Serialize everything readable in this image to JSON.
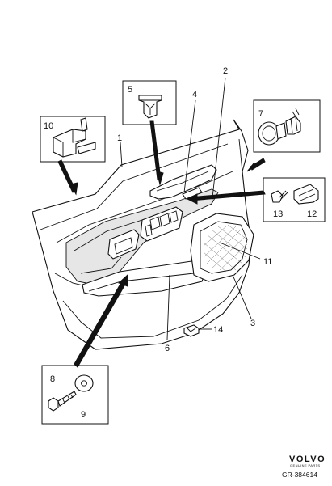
{
  "callouts": [
    "1",
    "2",
    "3",
    "4",
    "5",
    "6",
    "7",
    "8",
    "9",
    "10",
    "11",
    "12",
    "13",
    "14"
  ],
  "brand": {
    "name": "VOLVO",
    "tagline": "GENUINE PARTS",
    "reference": "GR-384614"
  }
}
